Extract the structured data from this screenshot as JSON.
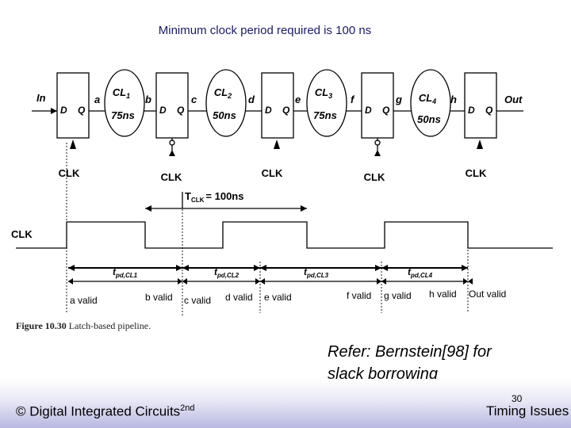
{
  "title": "Minimum clock period required is 100 ns",
  "pipeline": {
    "input_label": "In",
    "output_label": "Out",
    "latch_d": "D",
    "latch_q": "Q",
    "clk_label": "CLK",
    "nodes": [
      "a",
      "b",
      "c",
      "d",
      "e",
      "f",
      "g",
      "h"
    ],
    "blocks": [
      {
        "name": "CL",
        "sub": "1",
        "delay": "75ns"
      },
      {
        "name": "CL",
        "sub": "2",
        "delay": "50ns"
      },
      {
        "name": "CL",
        "sub": "3",
        "delay": "75ns"
      },
      {
        "name": "CL",
        "sub": "4",
        "delay": "50ns"
      }
    ]
  },
  "timing": {
    "tclk_label": "T",
    "tclk_sub": "CLK",
    "tclk_value": "= 100ns",
    "clk_label": "CLK",
    "tpd_label": "t",
    "tpd_subs": [
      "pd,CL1",
      "pd,CL2",
      "pd,CL3",
      "pd,CL4"
    ],
    "valid_labels": [
      "a valid",
      "b valid",
      "c valid",
      "d valid",
      "e valid",
      "f valid",
      "g valid",
      "h valid",
      "Out valid"
    ]
  },
  "figure_caption": {
    "label": "Figure 10.30",
    "text": "Latch-based pipeline."
  },
  "note": {
    "line1": "Refer: Bernstein[98] for",
    "line2": "slack borrowing"
  },
  "footer": {
    "copyright": "© Digital Integrated Circuits",
    "edition": "2nd",
    "slide_number": "30",
    "topic": "Timing Issues"
  },
  "colors": {
    "title": "#1a1a66",
    "diagram": "#000000",
    "footer_band": "#b8b8e2"
  }
}
